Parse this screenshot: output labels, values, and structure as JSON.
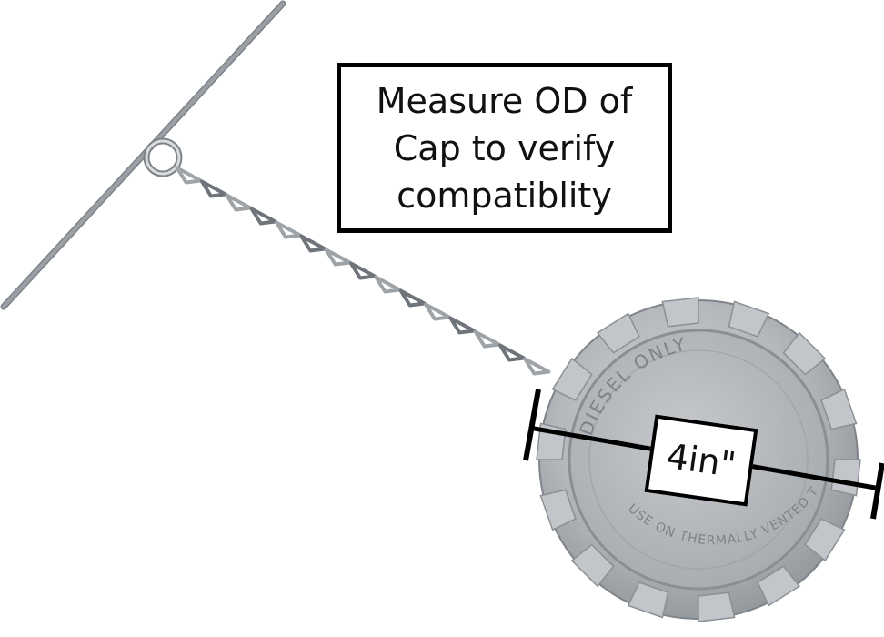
{
  "note": {
    "lines": [
      "Measure OD of",
      "Cap to verify",
      "compatiblity"
    ]
  },
  "measurement": {
    "label": "4in\""
  },
  "cap": {
    "top_text": "DIESEL ONLY",
    "bottom_text": "USE ON THERMALLY VENTED TANKS ONLY"
  },
  "colors": {
    "metal_light": "#c9cccf",
    "metal_mid": "#9ea3a8",
    "metal_dark": "#6f747a",
    "ink": "#000000"
  }
}
